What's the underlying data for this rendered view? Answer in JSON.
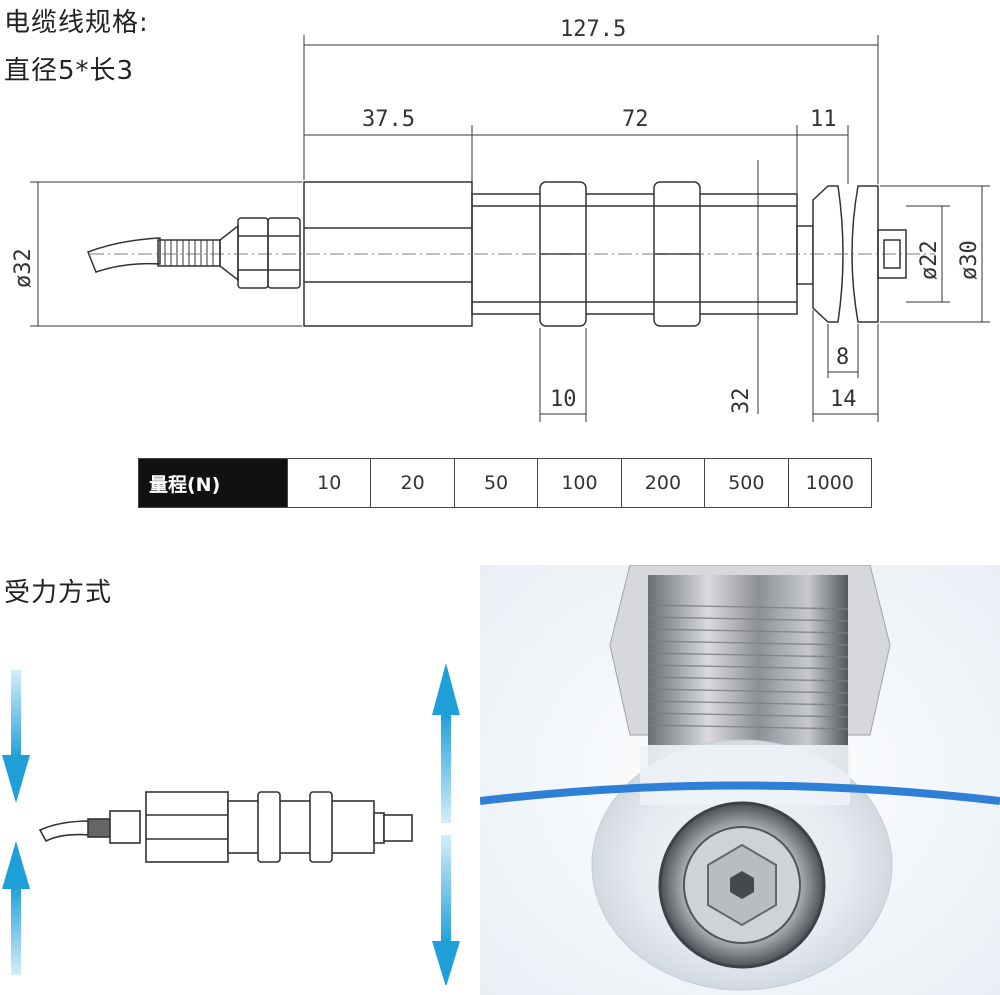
{
  "titles": {
    "cable_spec_line1": "电缆线规格:",
    "cable_spec_line2": "直径5*长3",
    "load_mode": "受力方式"
  },
  "dimensions": {
    "total_length": "127.5",
    "body_length": "37.5",
    "thread_length": "72",
    "pulley_length": "11",
    "body_diameter": "ø32",
    "inner_diameter": "ø22",
    "outer_diameter": "ø30",
    "nut_width": "10",
    "thread_diameter": "32",
    "groove_width": "8",
    "pulley_width": "14"
  },
  "range_table": {
    "header": "量程(N)",
    "values": [
      "10",
      "20",
      "50",
      "100",
      "200",
      "500",
      "1000"
    ]
  },
  "colors": {
    "arrow_blue": "#1e9fd8",
    "cable_blue": "#2f7fd6",
    "line": "#333333"
  },
  "icons": {
    "arrows": [
      "arrow-down-icon",
      "arrow-up-icon",
      "double-arrow-icon"
    ]
  }
}
